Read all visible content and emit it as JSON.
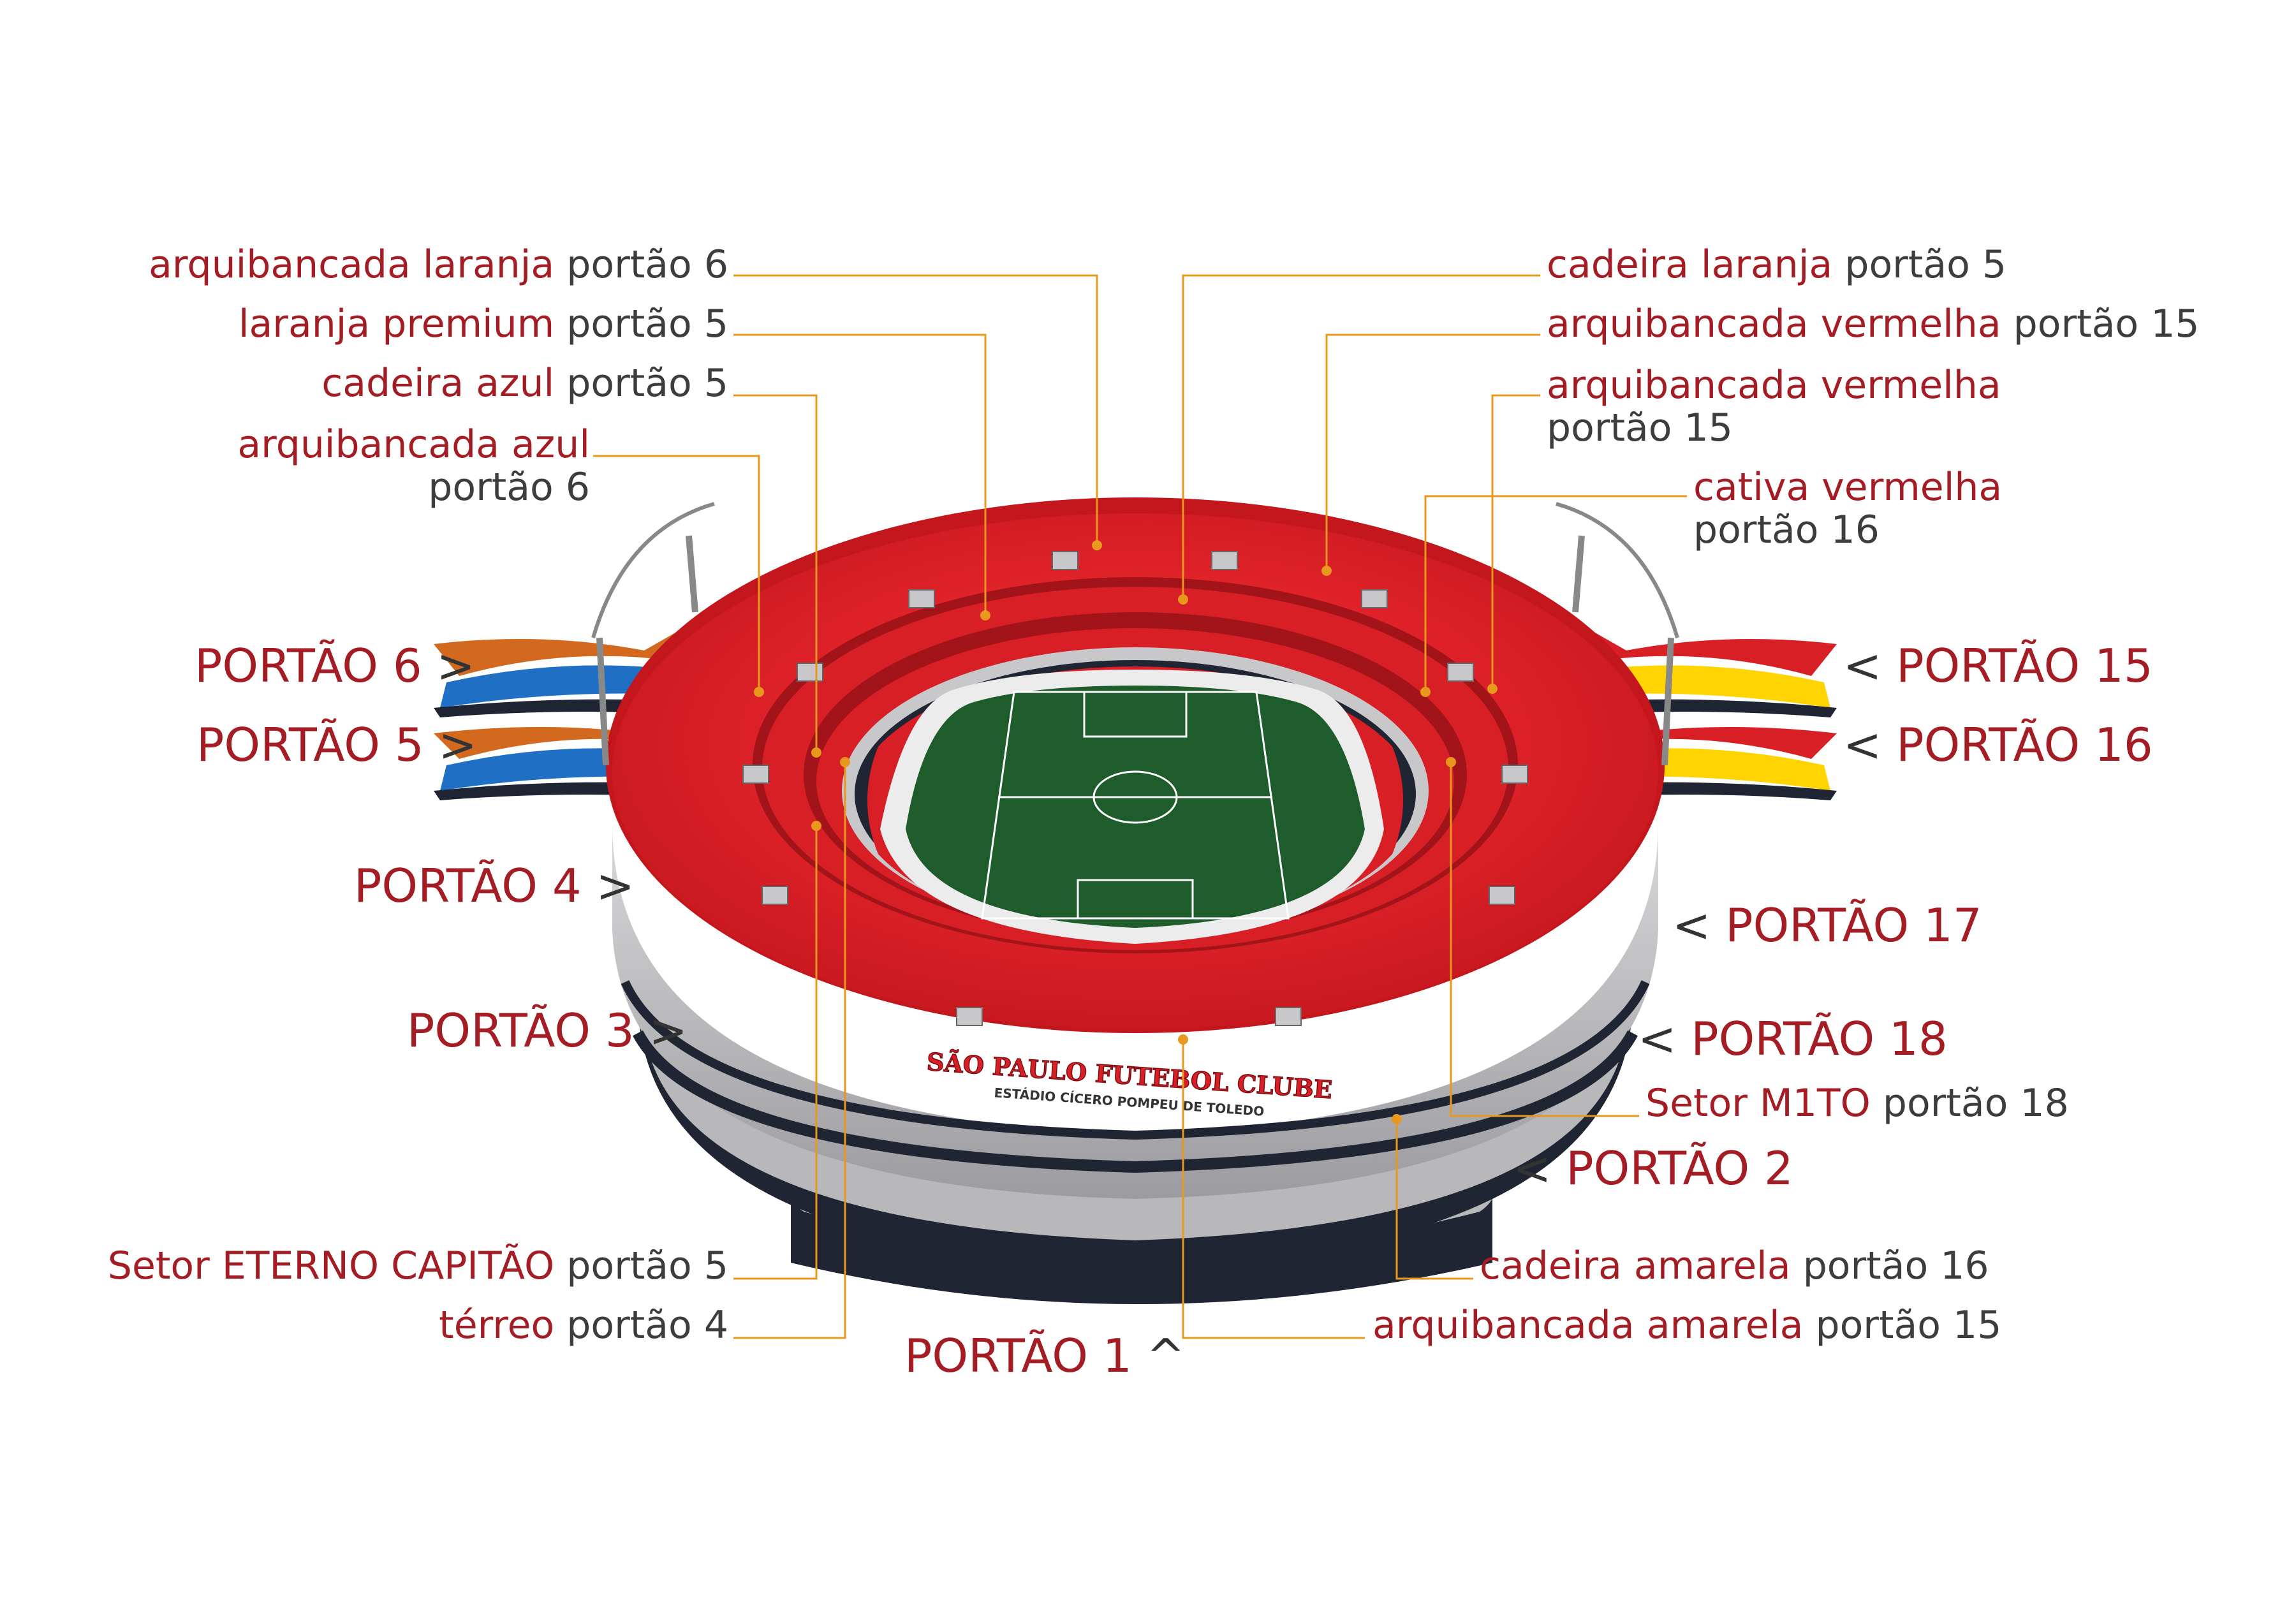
{
  "colors": {
    "label_red": "#a51d24",
    "label_gray": "#3d3d3d",
    "leader_orange": "#e8981c",
    "stand_red": "#d81f26",
    "stand_dark_red": "#a3131a",
    "pitch_green": "#1e5c2c",
    "stadium_gray": "#b8b8ba",
    "stadium_dark": "#1f2533",
    "wing_orange": "#d2691e",
    "wing_blue": "#1f6fc4",
    "wing_yellow": "#ffd400"
  },
  "sectors": [
    {
      "id": "arq-laranja",
      "name": "arquibancada laranja",
      "gate": "portão 6"
    },
    {
      "id": "laranja-premium",
      "name": "laranja premium",
      "gate": "portão 5"
    },
    {
      "id": "cadeira-azul",
      "name": "cadeira azul",
      "gate": "portão 5"
    },
    {
      "id": "arq-azul",
      "name": "arquibancada azul",
      "gate": "portão 6"
    },
    {
      "id": "cadeira-laranja",
      "name": "cadeira laranja",
      "gate": "portão 5"
    },
    {
      "id": "arq-vermelha-1",
      "name": "arquibancada vermelha",
      "gate": "portão 15"
    },
    {
      "id": "arq-vermelha-2",
      "name": "arquibancada vermelha",
      "gate": "portão 15"
    },
    {
      "id": "cativa-vermelha",
      "name": "cativa vermelha",
      "gate": "portão 16"
    },
    {
      "id": "setor-m1to",
      "name": "Setor M1TO",
      "gate": "portão 18"
    },
    {
      "id": "cadeira-amarela",
      "name": "cadeira amarela",
      "gate": "portão 16"
    },
    {
      "id": "arq-amarela",
      "name": "arquibancada amarela",
      "gate": "portão 15"
    },
    {
      "id": "eterno-capitao",
      "name": "Setor ETERNO CAPITÃO",
      "gate": "portão 5"
    },
    {
      "id": "terreo",
      "name": "térreo",
      "gate": "portão 4"
    }
  ],
  "gates": [
    {
      "id": "p6",
      "text": "PORTÃO 6",
      "arrow": ">"
    },
    {
      "id": "p5",
      "text": "PORTÃO 5",
      "arrow": ">"
    },
    {
      "id": "p4",
      "text": "PORTÃO 4",
      "arrow": ">"
    },
    {
      "id": "p3",
      "text": "PORTÃO 3",
      "arrow": ">"
    },
    {
      "id": "p15",
      "text": "PORTÃO 15",
      "arrow": "<"
    },
    {
      "id": "p16",
      "text": "PORTÃO 16",
      "arrow": "<"
    },
    {
      "id": "p17",
      "text": "PORTÃO 17",
      "arrow": "<"
    },
    {
      "id": "p18",
      "text": "PORTÃO 18",
      "arrow": "<"
    },
    {
      "id": "p2",
      "text": "PORTÃO 2",
      "arrow": "<"
    },
    {
      "id": "p1",
      "text": "PORTÃO 1",
      "arrow": "^"
    }
  ],
  "stadium": {
    "name": "SÃO PAULO FUTEBOL CLUBE",
    "subtitle": "ESTÁDIO CÍCERO POMPEU DE TOLEDO"
  }
}
